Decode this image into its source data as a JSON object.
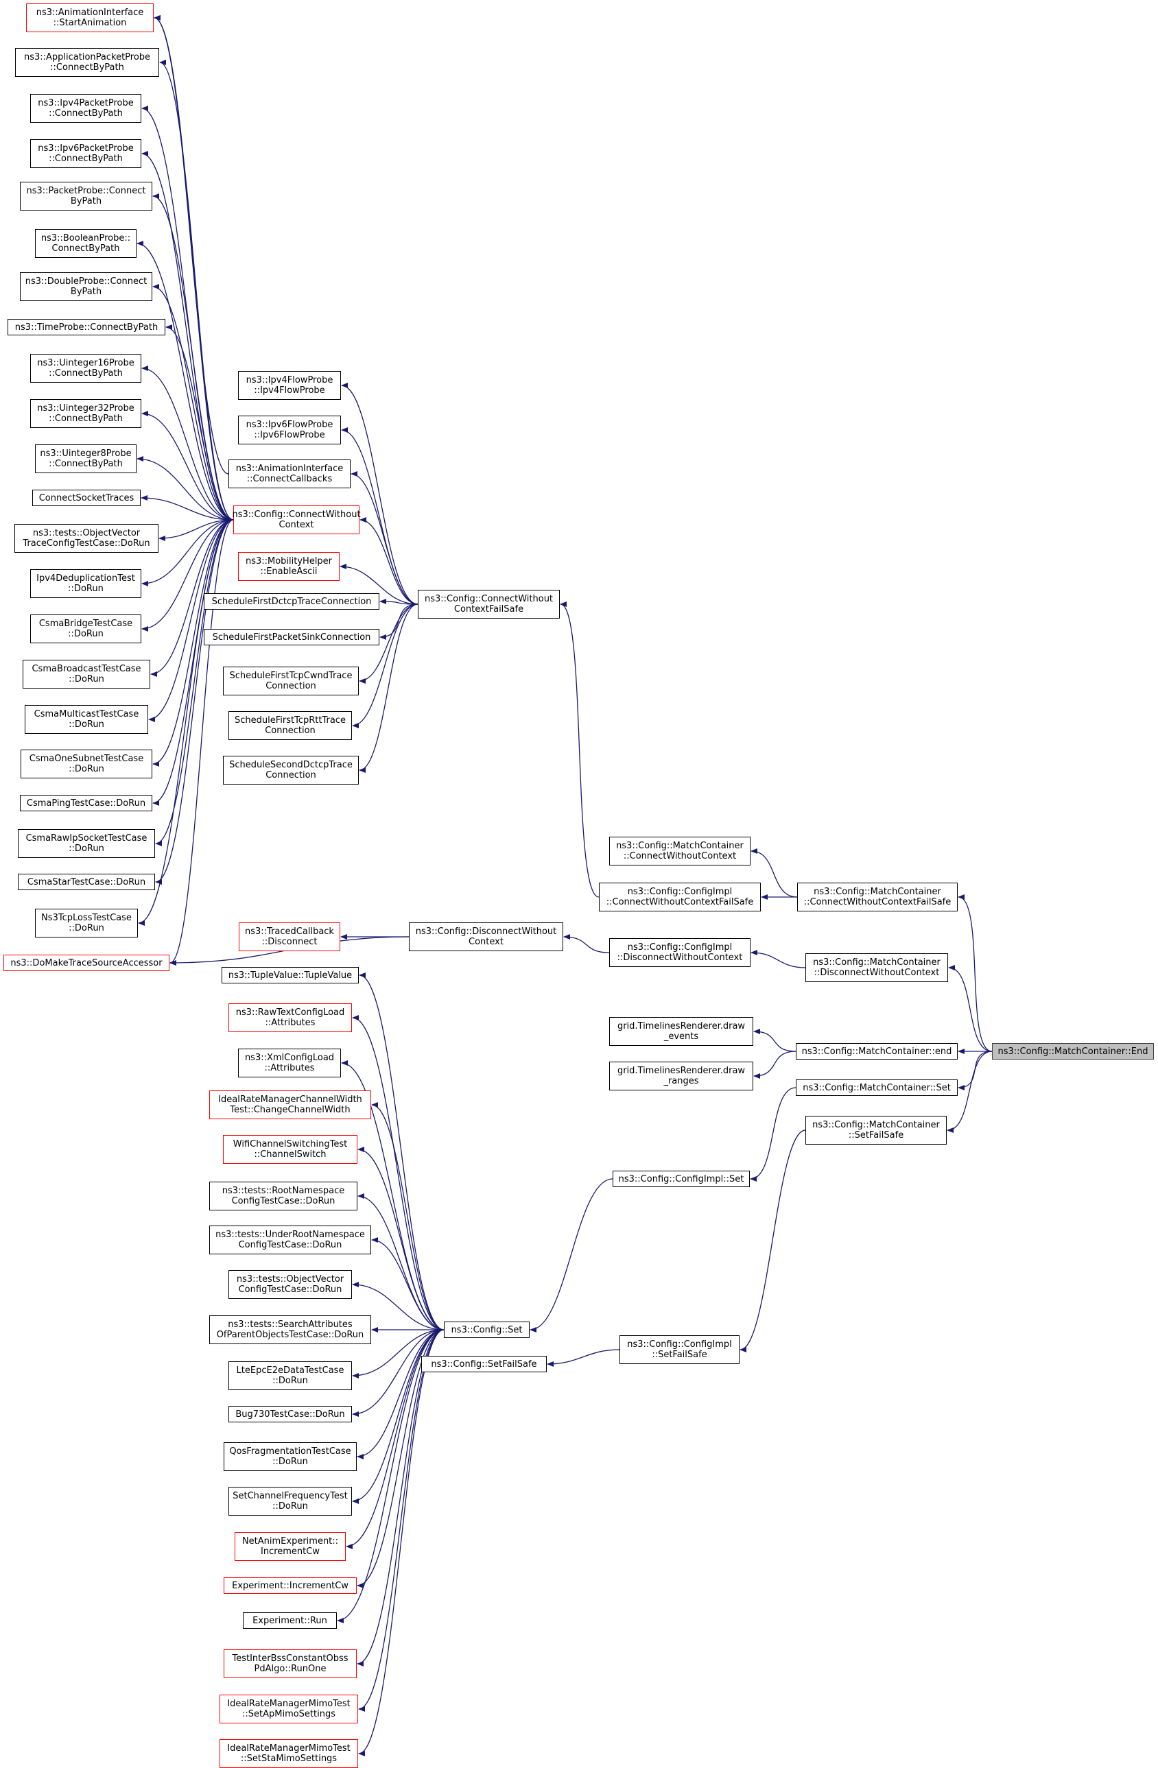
{
  "colors": {
    "edge": "#191970",
    "border": "#000000",
    "border_external": "#ff0000",
    "root_fill": "#bfbfbf",
    "node_fill": "#ffffff"
  },
  "root": "ns3::Config::MatchContainer::End",
  "nodes": {
    "anim_start": {
      "label": "ns3::AnimationInterface\n::StartAnimation",
      "red": true
    },
    "app_probe": {
      "label": "ns3::ApplicationPacketProbe\n::ConnectByPath"
    },
    "ipv4_probe": {
      "label": "ns3::Ipv4PacketProbe\n::ConnectByPath"
    },
    "ipv6_probe": {
      "label": "ns3::Ipv6PacketProbe\n::ConnectByPath"
    },
    "packet_probe": {
      "label": "ns3::PacketProbe::Connect\nByPath"
    },
    "bool_probe": {
      "label": "ns3::BooleanProbe::\nConnectByPath"
    },
    "double_probe": {
      "label": "ns3::DoubleProbe::Connect\nByPath"
    },
    "time_probe": {
      "label": "ns3::TimeProbe::ConnectByPath"
    },
    "u16_probe": {
      "label": "ns3::Uinteger16Probe\n::ConnectByPath"
    },
    "u32_probe": {
      "label": "ns3::Uinteger32Probe\n::ConnectByPath"
    },
    "u8_probe": {
      "label": "ns3::Uinteger8Probe\n::ConnectByPath"
    },
    "connect_socket": {
      "label": "ConnectSocketTraces"
    },
    "objvec_trace": {
      "label": "ns3::tests::ObjectVector\nTraceConfigTestCase::DoRun"
    },
    "ipv4dedup": {
      "label": "Ipv4DeduplicationTest\n::DoRun"
    },
    "csma_bridge": {
      "label": "CsmaBridgeTestCase\n::DoRun"
    },
    "csma_bcast": {
      "label": "CsmaBroadcastTestCase\n::DoRun"
    },
    "csma_mcast": {
      "label": "CsmaMulticastTestCase\n::DoRun"
    },
    "csma_onesub": {
      "label": "CsmaOneSubnetTestCase\n::DoRun"
    },
    "csma_ping": {
      "label": "CsmaPingTestCase::DoRun"
    },
    "csma_raw": {
      "label": "CsmaRawIpSocketTestCase\n::DoRun"
    },
    "csma_star": {
      "label": "CsmaStarTestCase::DoRun"
    },
    "ns3tcp_loss": {
      "label": "Ns3TcpLossTestCase\n::DoRun"
    },
    "do_make_trace": {
      "label": "ns3::DoMakeTraceSourceAccessor",
      "red": true
    },
    "ipv4flow": {
      "label": "ns3::Ipv4FlowProbe\n::Ipv4FlowProbe"
    },
    "ipv6flow": {
      "label": "ns3::Ipv6FlowProbe\n::Ipv6FlowProbe"
    },
    "anim_cb": {
      "label": "ns3::AnimationInterface\n::ConnectCallbacks"
    },
    "cfg_cwc": {
      "label": "ns3::Config::ConnectWithout\nContext",
      "red": true
    },
    "mob_ascii": {
      "label": "ns3::MobilityHelper\n::EnableAscii",
      "red": true
    },
    "sched_dctcp": {
      "label": "ScheduleFirstDctcpTraceConnection"
    },
    "sched_sink": {
      "label": "ScheduleFirstPacketSinkConnection"
    },
    "sched_cwnd": {
      "label": "ScheduleFirstTcpCwndTrace\nConnection"
    },
    "sched_rtt": {
      "label": "ScheduleFirstTcpRttTrace\nConnection"
    },
    "sched_2dctcp": {
      "label": "ScheduleSecondDctcpTrace\nConnection"
    },
    "cfg_cwcfs": {
      "label": "ns3::Config::ConnectWithout\nContextFailSafe"
    },
    "mc_cwc": {
      "label": "ns3::Config::MatchContainer\n::ConnectWithoutContext"
    },
    "impl_cwcfs": {
      "label": "ns3::Config::ConfigImpl\n::ConnectWithoutContextFailSafe"
    },
    "mc_cwcfs": {
      "label": "ns3::Config::MatchContainer\n::ConnectWithoutContextFailSafe"
    },
    "traced_cb": {
      "label": "ns3::TracedCallback\n::Disconnect",
      "red": true
    },
    "cfg_dwc": {
      "label": "ns3::Config::DisconnectWithout\nContext"
    },
    "impl_dwc": {
      "label": "ns3::Config::ConfigImpl\n::DisconnectWithoutContext"
    },
    "mc_dwc": {
      "label": "ns3::Config::MatchContainer\n::DisconnectWithoutContext"
    },
    "grid_events": {
      "label": "grid.TimelinesRenderer.draw\n_events"
    },
    "grid_ranges": {
      "label": "grid.TimelinesRenderer.draw\n_ranges"
    },
    "mc_end_lc": {
      "label": "ns3::Config::MatchContainer::end"
    },
    "mc_End": {
      "label": "ns3::Config::MatchContainer::End",
      "root": true
    },
    "mc_set": {
      "label": "ns3::Config::MatchContainer::Set"
    },
    "mc_setfs": {
      "label": "ns3::Config::MatchContainer\n::SetFailSafe"
    },
    "impl_set": {
      "label": "ns3::Config::ConfigImpl::Set"
    },
    "tuple": {
      "label": "ns3::TupleValue::TupleValue"
    },
    "rawtext": {
      "label": "ns3::RawTextConfigLoad\n::Attributes",
      "red": true
    },
    "xmlcfg": {
      "label": "ns3::XmlConfigLoad\n::Attributes"
    },
    "ideal_cw": {
      "label": "IdealRateManagerChannelWidth\nTest::ChangeChannelWidth",
      "red": true
    },
    "wifi_chsw": {
      "label": "WifiChannelSwitchingTest\n::ChannelSwitch",
      "red": true
    },
    "root_ns": {
      "label": "ns3::tests::RootNamespace\nConfigTestCase::DoRun"
    },
    "under_root": {
      "label": "ns3::tests::UnderRootNamespace\nConfigTestCase::DoRun"
    },
    "objvec_cfg": {
      "label": "ns3::tests::ObjectVector\nConfigTestCase::DoRun"
    },
    "search_attr": {
      "label": "ns3::tests::SearchAttributes\nOfParentObjectsTestCase::DoRun"
    },
    "cfg_set": {
      "label": "ns3::Config::Set"
    },
    "impl_setfs": {
      "label": "ns3::Config::ConfigImpl\n::SetFailSafe"
    },
    "cfg_setfs": {
      "label": "ns3::Config::SetFailSafe"
    },
    "lte_epc": {
      "label": "LteEpcE2eDataTestCase\n::DoRun"
    },
    "bug730": {
      "label": "Bug730TestCase::DoRun"
    },
    "qos_frag": {
      "label": "QosFragmentationTestCase\n::DoRun"
    },
    "set_chfreq": {
      "label": "SetChannelFrequencyTest\n::DoRun"
    },
    "netanim_cw": {
      "label": "NetAnimExperiment::\nIncrementCw",
      "red": true
    },
    "exp_cw": {
      "label": "Experiment::IncrementCw",
      "red": true
    },
    "exp_run": {
      "label": "Experiment::Run"
    },
    "bss_obss": {
      "label": "TestInterBssConstantObss\nPdAlgo::RunOne",
      "red": true
    },
    "ideal_ap": {
      "label": "IdealRateManagerMimoTest\n::SetApMimoSettings",
      "red": true
    },
    "ideal_sta": {
      "label": "IdealRateManagerMimoTest\n::SetStaMimoSettings",
      "red": true
    }
  },
  "edges": [
    [
      "anim_start",
      "cfg_cwc"
    ],
    [
      "app_probe",
      "cfg_cwc"
    ],
    [
      "ipv4_probe",
      "cfg_cwc"
    ],
    [
      "ipv6_probe",
      "cfg_cwc"
    ],
    [
      "packet_probe",
      "cfg_cwc"
    ],
    [
      "bool_probe",
      "cfg_cwc"
    ],
    [
      "double_probe",
      "cfg_cwc"
    ],
    [
      "time_probe",
      "cfg_cwc"
    ],
    [
      "u16_probe",
      "cfg_cwc"
    ],
    [
      "u32_probe",
      "cfg_cwc"
    ],
    [
      "u8_probe",
      "cfg_cwc"
    ],
    [
      "connect_socket",
      "cfg_cwc"
    ],
    [
      "objvec_trace",
      "cfg_cwc"
    ],
    [
      "ipv4dedup",
      "cfg_cwc"
    ],
    [
      "csma_bridge",
      "cfg_cwc"
    ],
    [
      "csma_bcast",
      "cfg_cwc"
    ],
    [
      "csma_mcast",
      "cfg_cwc"
    ],
    [
      "csma_onesub",
      "cfg_cwc"
    ],
    [
      "csma_ping",
      "cfg_cwc"
    ],
    [
      "csma_raw",
      "cfg_cwc"
    ],
    [
      "csma_star",
      "cfg_cwc"
    ],
    [
      "ns3tcp_loss",
      "cfg_cwc"
    ],
    [
      "do_make_trace",
      "cfg_cwc"
    ],
    [
      "anim_start",
      "anim_cb"
    ],
    [
      "do_make_trace",
      "cfg_dwc"
    ],
    [
      "ipv4flow",
      "cfg_cwcfs"
    ],
    [
      "ipv6flow",
      "cfg_cwcfs"
    ],
    [
      "anim_cb",
      "cfg_cwcfs"
    ],
    [
      "cfg_cwc",
      "cfg_cwcfs"
    ],
    [
      "mob_ascii",
      "cfg_cwcfs"
    ],
    [
      "sched_dctcp",
      "cfg_cwcfs"
    ],
    [
      "sched_sink",
      "cfg_cwcfs"
    ],
    [
      "sched_cwnd",
      "cfg_cwcfs"
    ],
    [
      "sched_rtt",
      "cfg_cwcfs"
    ],
    [
      "sched_2dctcp",
      "cfg_cwcfs"
    ],
    [
      "cfg_cwcfs",
      "impl_cwcfs"
    ],
    [
      "impl_cwcfs",
      "mc_cwcfs"
    ],
    [
      "mc_cwc",
      "mc_cwcfs"
    ],
    [
      "mc_cwcfs",
      "mc_End"
    ],
    [
      "traced_cb",
      "cfg_dwc"
    ],
    [
      "cfg_dwc",
      "impl_dwc"
    ],
    [
      "impl_dwc",
      "mc_dwc"
    ],
    [
      "mc_dwc",
      "mc_End"
    ],
    [
      "grid_events",
      "mc_end_lc"
    ],
    [
      "grid_ranges",
      "mc_end_lc"
    ],
    [
      "mc_end_lc",
      "mc_End"
    ],
    [
      "mc_set",
      "mc_End"
    ],
    [
      "mc_setfs",
      "mc_End"
    ],
    [
      "impl_set",
      "mc_set"
    ],
    [
      "impl_setfs",
      "mc_setfs"
    ],
    [
      "cfg_set",
      "impl_set"
    ],
    [
      "cfg_setfs",
      "impl_setfs"
    ],
    [
      "tuple",
      "cfg_set"
    ],
    [
      "rawtext",
      "cfg_set"
    ],
    [
      "xmlcfg",
      "cfg_set"
    ],
    [
      "ideal_cw",
      "cfg_set"
    ],
    [
      "wifi_chsw",
      "cfg_set"
    ],
    [
      "root_ns",
      "cfg_set"
    ],
    [
      "under_root",
      "cfg_set"
    ],
    [
      "objvec_cfg",
      "cfg_set"
    ],
    [
      "search_attr",
      "cfg_set"
    ],
    [
      "lte_epc",
      "cfg_set"
    ],
    [
      "bug730",
      "cfg_set"
    ],
    [
      "qos_frag",
      "cfg_set"
    ],
    [
      "set_chfreq",
      "cfg_set"
    ],
    [
      "netanim_cw",
      "cfg_set"
    ],
    [
      "exp_cw",
      "cfg_set"
    ],
    [
      "exp_run",
      "cfg_set"
    ],
    [
      "bss_obss",
      "cfg_set"
    ],
    [
      "ideal_ap",
      "cfg_set"
    ],
    [
      "ideal_sta",
      "cfg_set"
    ]
  ]
}
